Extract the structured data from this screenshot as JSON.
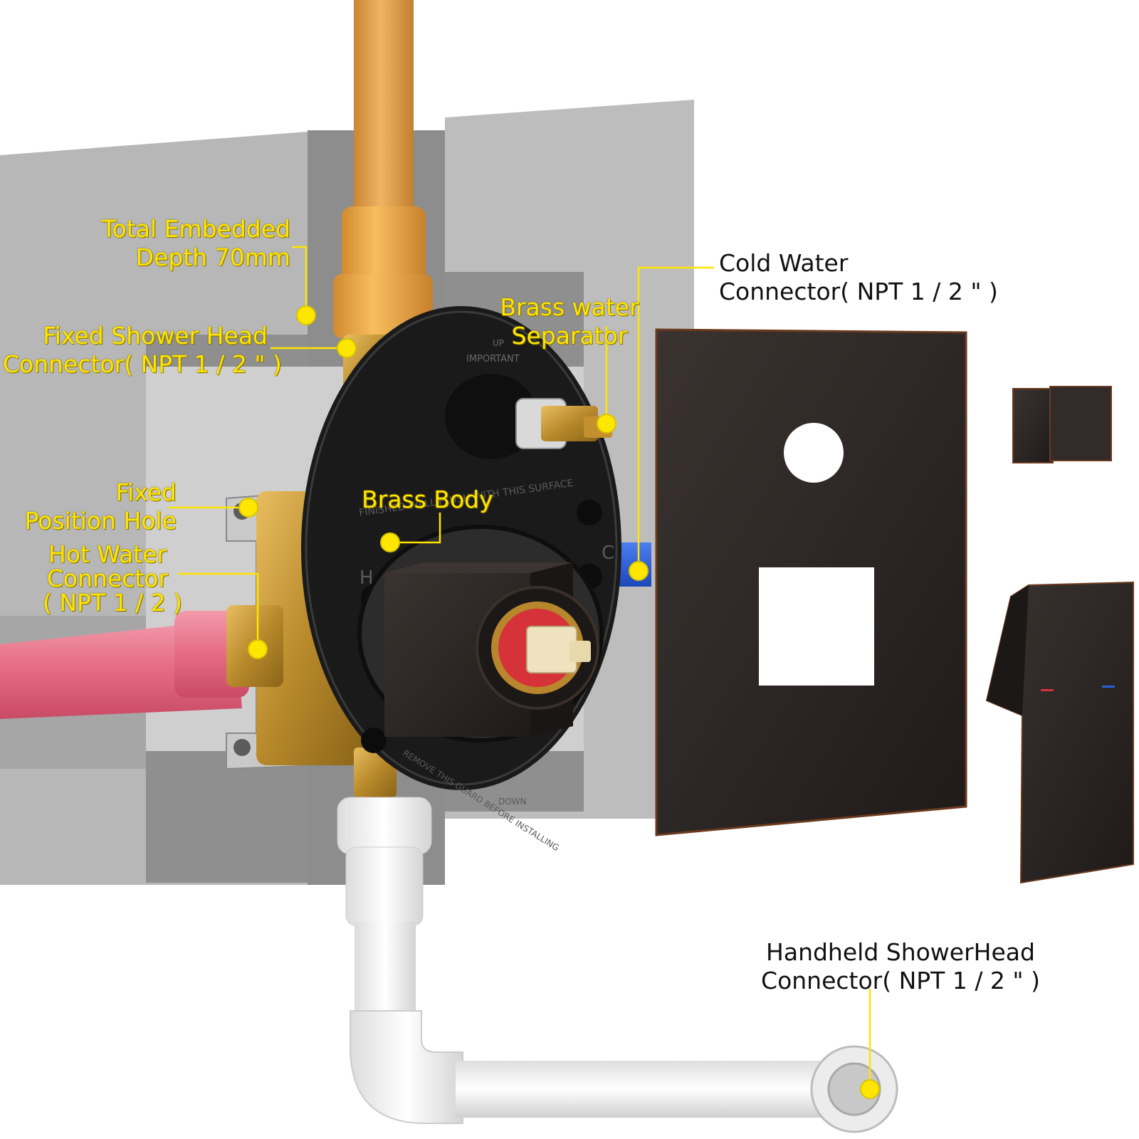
{
  "colors": {
    "label_yellow": "#ffe400",
    "dot_yellow": "#ffe600",
    "wall_light": "#b8b8b8",
    "wall_dark": "#8f8f8f",
    "pipe_orange": "#e0a14e",
    "pipe_red": "#e8708a",
    "pipe_blue": "#2b5fd6",
    "pipe_white": "#f2f2f2",
    "trim_bronze": "#2f2a28",
    "brass": "#c99a3a"
  },
  "icons": [
    "faucet-body-illustration",
    "trim-plate-illustration",
    "lever-handle-illustration",
    "diverter-knob-illustration"
  ],
  "labels": {
    "total_depth": {
      "line1": "Total Embedded",
      "line2": "Depth 70mm"
    },
    "fixed_shower": {
      "line1": "Fixed Shower Head",
      "line2": "Connector( NPT 1 / 2 \" )"
    },
    "fixed_hole": {
      "line1": "Fixed",
      "line2": "Position Hole"
    },
    "hot_water": {
      "line1": "Hot Water",
      "line2": "Connector",
      "line3": "( NPT 1 / 2 )"
    },
    "brass_separator": {
      "line1": "Brass water",
      "line2": "Separator"
    },
    "brass_body": {
      "line1": "Brass Body"
    },
    "cold_water": {
      "line1": "Cold Water",
      "line2": "Connector( NPT 1 / 2 \" )"
    },
    "handheld": {
      "line1": "Handheld ShowerHead",
      "line2": "Connector( NPT 1 / 2 \" )"
    }
  },
  "guard_text": {
    "top": "IMPORTANT",
    "up": "UP",
    "surface": "FINISHED WALL FLUSH WITH THIS SURFACE",
    "bottom": "REMOVE THIS GUARD BEFORE INSTALLING",
    "down": "DOWN",
    "hot": "H",
    "cold": "C"
  }
}
